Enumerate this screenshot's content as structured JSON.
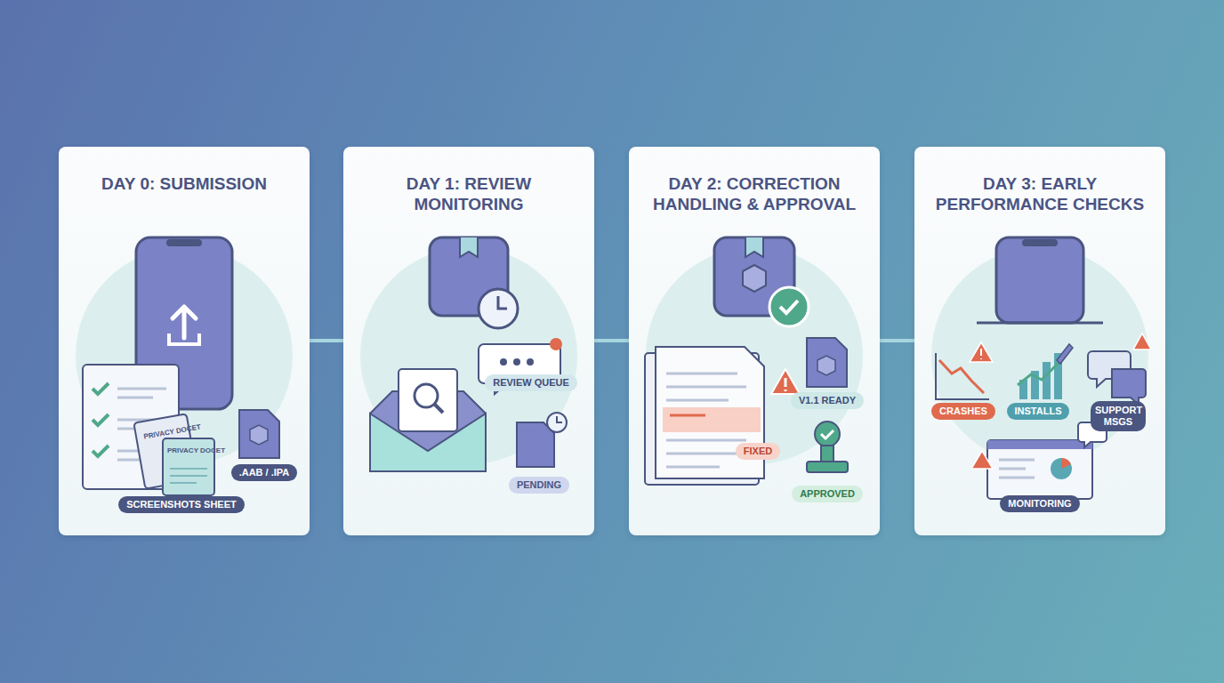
{
  "diagram": {
    "nodes": [
      {
        "text": [
          "DAY 0: SUBMISSION"
        ]
      },
      {
        "text": [
          "SCREENSHOTS SHEET"
        ],
        "in": 0
      },
      {
        "text": [
          ".AAB / .IPA"
        ],
        "in": 0
      },
      {
        "text": [
          "DAY 1: REVIEW MONITORING"
        ]
      },
      {
        "text": [
          "REVIEW QUEUE"
        ],
        "in": 3
      },
      {
        "text": [
          "PENDING"
        ],
        "in": 3
      },
      {
        "text": [
          "DAY 2: CORRECTION HANDLING & APPROVAL"
        ]
      },
      {
        "text": [
          "V1.1 READY"
        ],
        "in": 6
      },
      {
        "text": [
          "FIXED"
        ],
        "in": 6
      },
      {
        "text": [
          "APPROVED"
        ],
        "in": 6
      },
      {
        "text": [
          "DAY 3: EARLY PERFORMANCE CHECKS"
        ]
      },
      {
        "text": [
          "CRASHES"
        ],
        "in": 10
      },
      {
        "text": [
          "INSTALLS"
        ],
        "in": 10
      },
      {
        "text": [
          "SUPPORT MSGS"
        ],
        "in": 10
      },
      {
        "text": [
          "MONITORING"
        ],
        "in": 10
      }
    ],
    "edges": [
      {
        "from": 0,
        "to": 3,
        "arrow": "none"
      },
      {
        "from": 3,
        "to": 6,
        "arrow": "none"
      },
      {
        "from": 6,
        "to": 10,
        "arrow": "none"
      }
    ],
    "labels": [
      "PRIVACY DOCET",
      "PRIVACY DOCET"
    ]
  }
}
